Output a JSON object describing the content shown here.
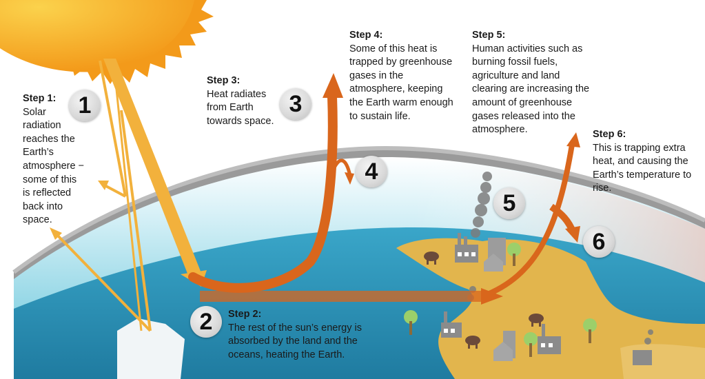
{
  "steps": [
    {
      "number": "1",
      "heading": "Step 1:",
      "text": "Solar radiation reaches the Earth’s atmosphere − some of this is reflected back into space."
    },
    {
      "number": "2",
      "heading": "Step 2:",
      "text": "The rest of the sun’s energy is absorbed by the land and the oceans, heating the Earth."
    },
    {
      "number": "3",
      "heading": "Step 3:",
      "text": "Heat radiates from Earth towards space."
    },
    {
      "number": "4",
      "heading": "Step 4:",
      "text": "Some of this heat is trapped by greenhouse gases in the atmosphere, keeping the Earth warm enough to sustain life."
    },
    {
      "number": "5",
      "heading": "Step 5:",
      "text": "Human activities such as burning fossil fuels, agriculture and land clearing are increasing the amount of greenhouse gases released into the atmosphere."
    },
    {
      "number": "6",
      "heading": "Step 6:",
      "text": "This is trapping extra heat, and causing the Earth’s temperature to rise."
    }
  ],
  "colors": {
    "sun": "#f7a81b",
    "solar_arrow": "#f2b13c",
    "heat_arrow": "#d9661c",
    "atmosphere": "#9a9a9a",
    "sky": "#5fc3d9",
    "ocean": "#2e8fb4",
    "land": "#e2b54d"
  },
  "icons": [
    "sun-icon",
    "factory-icon",
    "cow-icon",
    "building-icon",
    "house-icon",
    "tree-icon",
    "smoke-icon",
    "iceberg-icon"
  ]
}
